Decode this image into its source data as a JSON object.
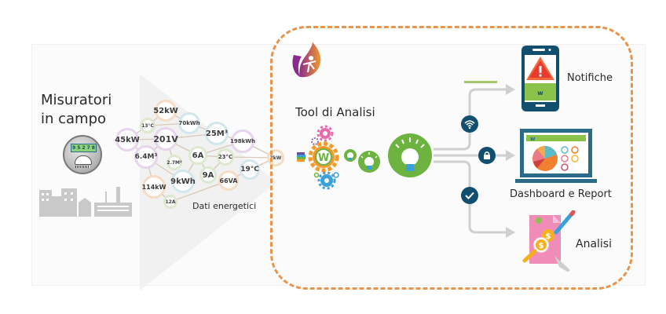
{
  "left": {
    "title_line1": "Misuratori",
    "title_line2": "in campo",
    "meter_reading": [
      "9",
      "5",
      "2",
      "7",
      "8"
    ]
  },
  "data_cloud": {
    "caption": "Dati energetici",
    "nodes": [
      {
        "id": "n45kw",
        "text": "45kW",
        "color": "purple"
      },
      {
        "id": "n13c",
        "text": "13°C",
        "color": "green"
      },
      {
        "id": "n52kw",
        "text": "52kW",
        "color": "orange"
      },
      {
        "id": "n201v",
        "text": "201V",
        "color": "purple"
      },
      {
        "id": "n70kwh",
        "text": "70kWh",
        "color": "blue"
      },
      {
        "id": "n25m3",
        "text": "25M³",
        "color": "blue"
      },
      {
        "id": "n198kwh",
        "text": "198kWh",
        "color": "purple"
      },
      {
        "id": "n64m3",
        "text": "6.4M³",
        "color": "purple"
      },
      {
        "id": "n27m3",
        "text": "2.7M³",
        "color": "green"
      },
      {
        "id": "n6a",
        "text": "6A",
        "color": "green"
      },
      {
        "id": "n23c",
        "text": "23°C",
        "color": "green"
      },
      {
        "id": "n19c",
        "text": "19°C",
        "color": "blue"
      },
      {
        "id": "n114kw",
        "text": "114kW",
        "color": "orange"
      },
      {
        "id": "n9kwh",
        "text": "9kWh",
        "color": "blue"
      },
      {
        "id": "n9a",
        "text": "9A",
        "color": "green"
      },
      {
        "id": "n66va",
        "text": "66VA",
        "color": "orange"
      },
      {
        "id": "n12a",
        "text": "12A",
        "color": "green"
      },
      {
        "id": "n7kw",
        "text": "7kW",
        "color": "orange"
      }
    ]
  },
  "tool": {
    "title": "Tool di Analisi",
    "gear_letter": "W"
  },
  "outputs": {
    "notifiche": "Notifiche",
    "dashboard": "Dashboard e Report",
    "analisi": "Analisi"
  },
  "colors": {
    "dashed_border": "#e8944a",
    "dark_blue": "#124f6e",
    "green": "#6db33f",
    "grey_arrow": "#cfcfcf"
  }
}
